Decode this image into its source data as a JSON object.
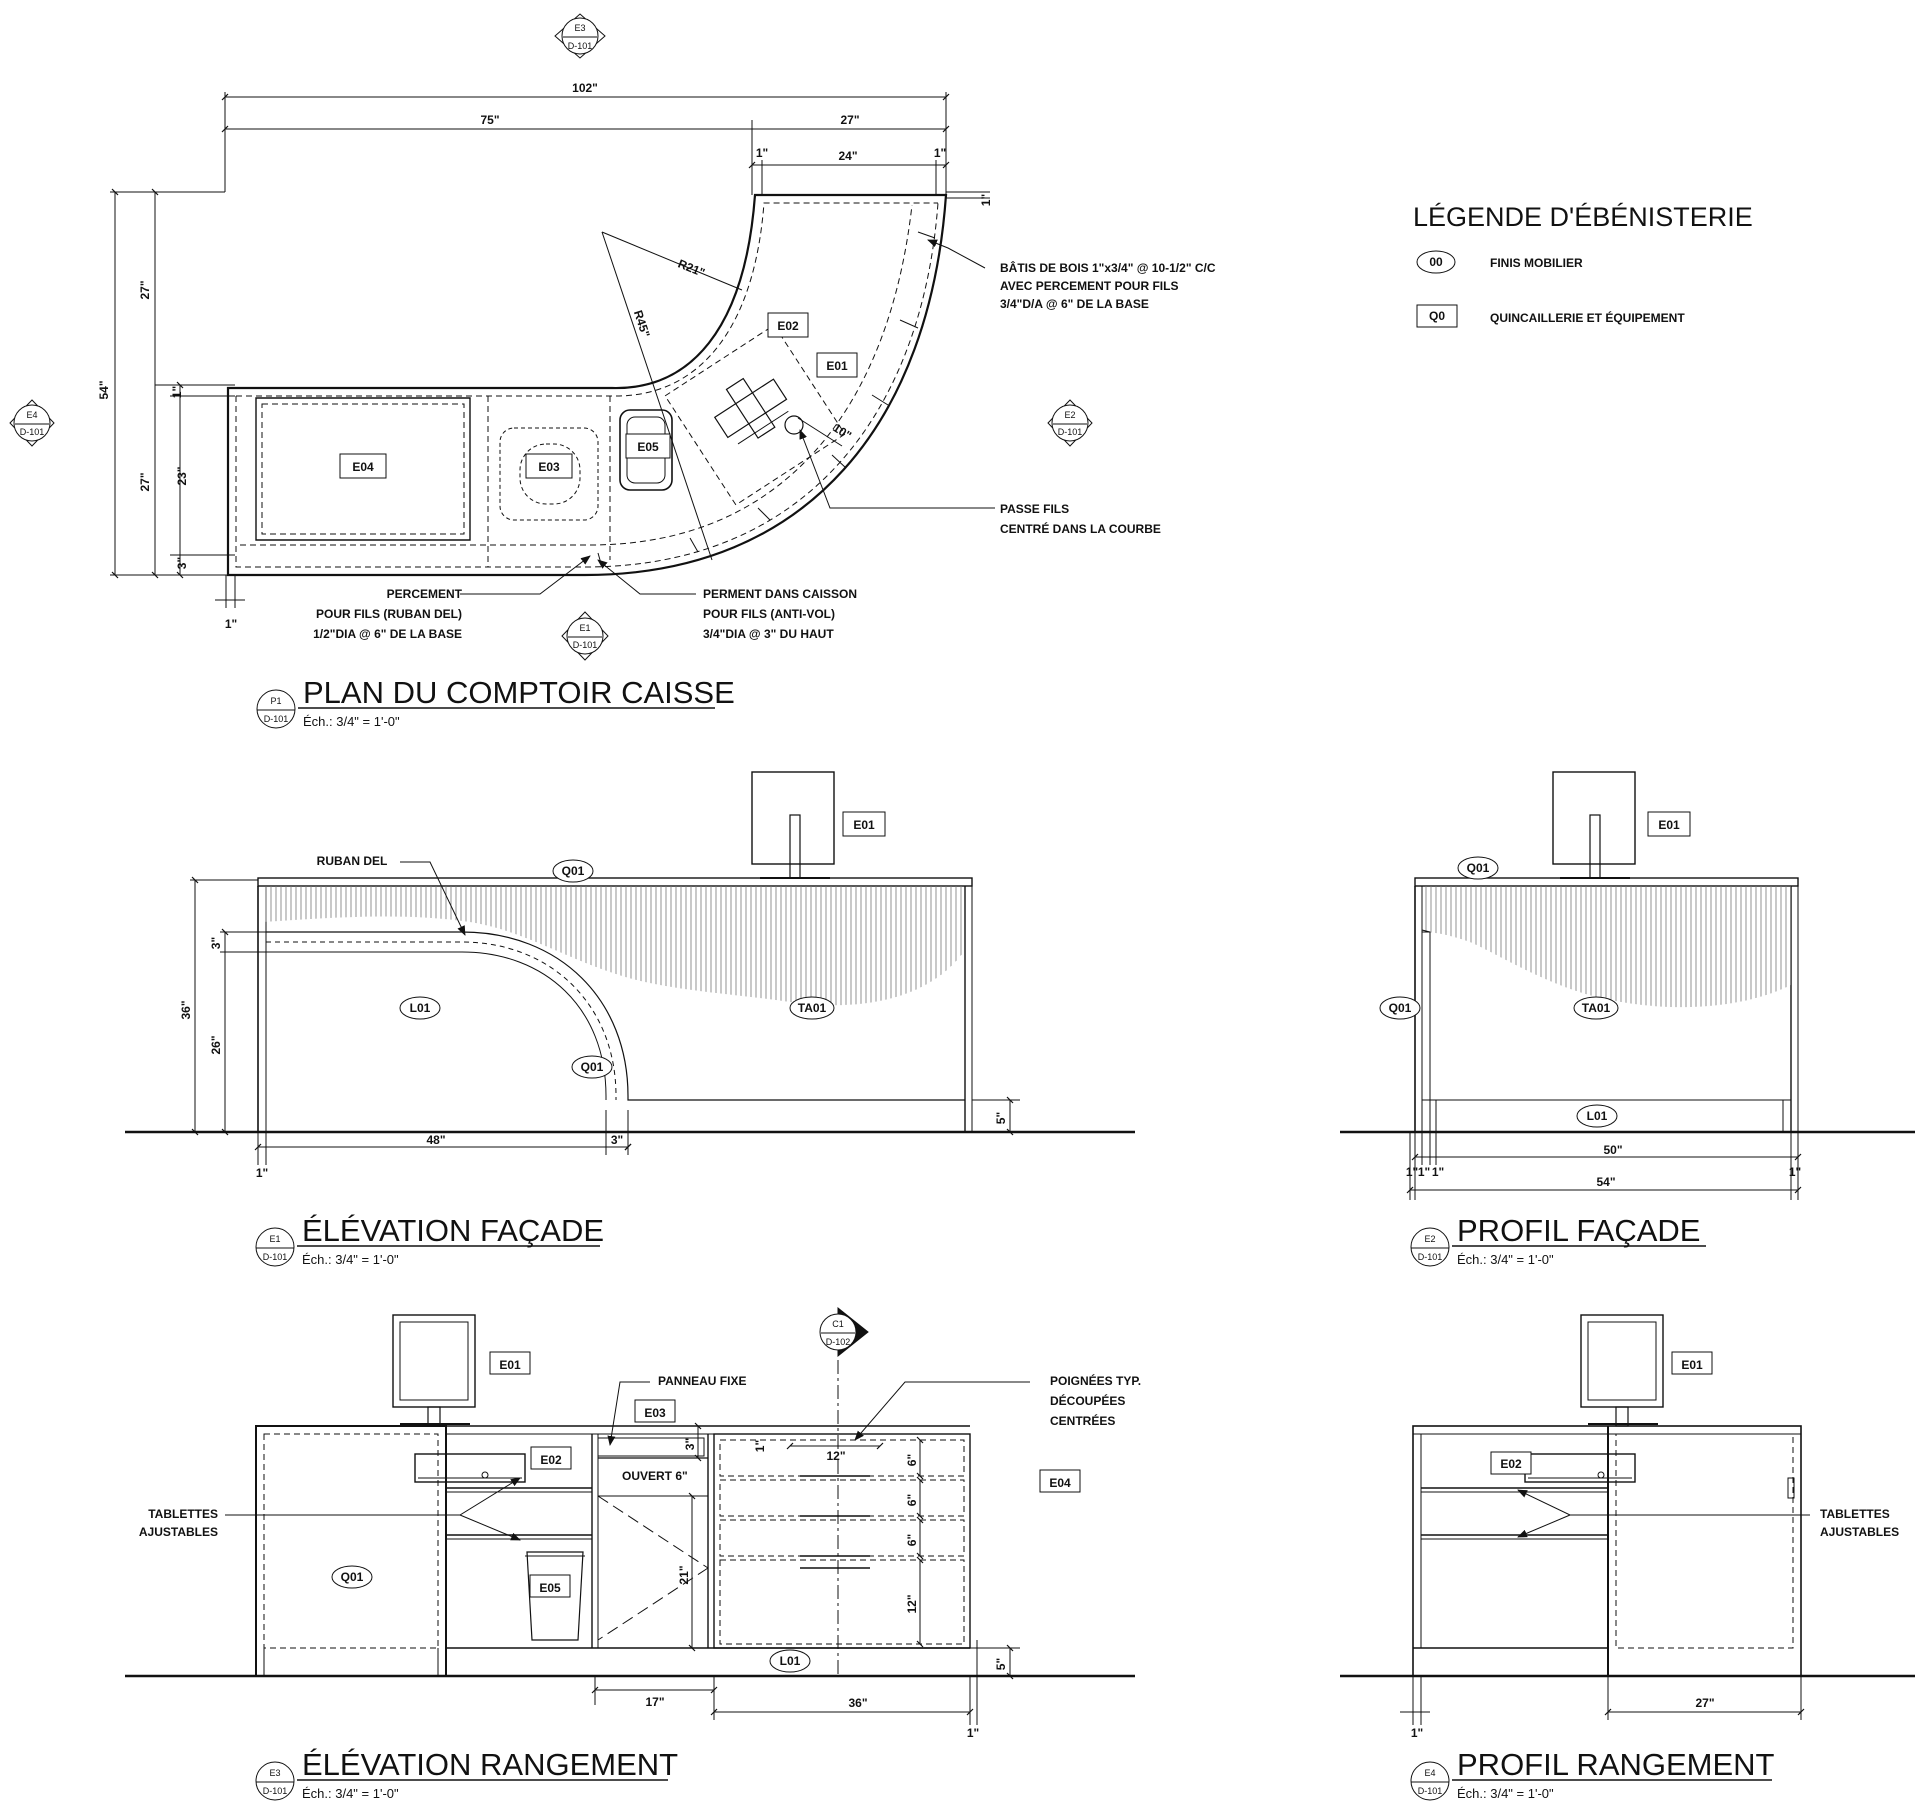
{
  "legend": {
    "title": "LÉGENDE D'ÉBÉNISTERIE",
    "items": [
      {
        "code": "00",
        "label": "FINIS MOBILIER"
      },
      {
        "code": "Q0",
        "label": "QUINCAILLERIE ET ÉQUIPEMENT"
      }
    ]
  },
  "plan": {
    "title": "PLAN DU COMPTOIR CAISSE",
    "scale": "Éch.: 3/4\" = 1'-0\"",
    "ref_top": "P1",
    "ref_bottom": "D-101",
    "dims": {
      "d102": "102\"",
      "d75": "75\"",
      "d27top": "27\"",
      "d1a": "1\"",
      "d24": "24\"",
      "d1b": "1\"",
      "d1c": "1\"",
      "d54": "54\"",
      "d27v1": "27\"",
      "d1v": "1\"",
      "d27v2": "27\"",
      "d23": "23\"",
      "d3": "3\"",
      "d1bottom": "1\"",
      "r21": "R21\"",
      "r45": "R45\"",
      "d10": "10\""
    },
    "tags": {
      "e01": "E01",
      "e02": "E02",
      "e03": "E03",
      "e04": "E04",
      "e05": "E05"
    },
    "notes": {
      "batis": [
        "BÂTIS DE BOIS 1\"x3/4\" @ 10-1/2\" C/C",
        "AVEC PERCEMENT POUR FILS",
        "3/4\"D/A @ 6\" DE LA BASE"
      ],
      "passe": [
        "PASSE FILS",
        "CENTRÉ DANS LA COURBE"
      ],
      "percement": [
        "PERCEMENT",
        "POUR FILS (RUBAN DEL)",
        "1/2\"DIA @ 6\" DE LA BASE"
      ],
      "perment": [
        "PERMENT DANS CAISSON",
        "POUR FILS (ANTI-VOL)",
        "3/4\"DIA @ 3\" DU HAUT"
      ]
    },
    "bubbles": {
      "e3": {
        "top": "E3",
        "bottom": "D-101"
      },
      "e4": {
        "top": "E4",
        "bottom": "D-101"
      },
      "e2": {
        "top": "E2",
        "bottom": "D-101"
      },
      "e1": {
        "top": "E1",
        "bottom": "D-101"
      }
    }
  },
  "elev_facade": {
    "title": "ÉLÉVATION FAÇADE",
    "scale": "Éch.: 3/4\" = 1'-0\"",
    "ref_top": "E1",
    "ref_bottom": "D-101",
    "note_ruban": "RUBAN DEL",
    "finishes": {
      "q01_top": "Q01",
      "l01": "L01",
      "ta01": "TA01",
      "q01_curve": "Q01"
    },
    "tag_e01": "E01",
    "dims": {
      "d36": "36\"",
      "d3": "3\"",
      "d26": "26\"",
      "d5": "5\"",
      "d48": "48\"",
      "d3b": "3\"",
      "d1": "1\""
    }
  },
  "profil_facade": {
    "title": "PROFIL FAÇADE",
    "scale": "Éch.: 3/4\" = 1'-0\"",
    "ref_top": "E2",
    "ref_bottom": "D-101",
    "finishes": {
      "q01_top": "Q01",
      "q01_side": "Q01",
      "ta01": "TA01",
      "l01": "L01"
    },
    "tag_e01": "E01",
    "dims": {
      "d50": "50\"",
      "d54": "54\"",
      "d1a": "1\"",
      "d1b": "1\"",
      "d1c": "1\"",
      "d1d": "1\""
    }
  },
  "elev_rangement": {
    "title": "ÉLÉVATION RANGEMENT",
    "scale": "Éch.: 3/4\" = 1'-0\"",
    "ref_top": "E3",
    "ref_bottom": "D-101",
    "notes": {
      "panneau": "PANNEAU FIXE",
      "poignees": [
        "POIGNÉES TYP.",
        "DÉCOUPÉES",
        "CENTRÉES"
      ],
      "tablettes": [
        "TABLETTES",
        "AJUSTABLES"
      ],
      "ouvert": "OUVERT 6\""
    },
    "tags": {
      "e01": "E01",
      "e02": "E02",
      "e03": "E03",
      "e04": "E04",
      "e05": "E05"
    },
    "finishes": {
      "q01": "Q01",
      "l01": "L01"
    },
    "section": {
      "top": "C1",
      "bottom": "D-102"
    },
    "dims": {
      "d3": "3\"",
      "d1": "1\"",
      "d12a": "12\"",
      "d6a": "6\"",
      "d6b": "6\"",
      "d6c": "6\"",
      "d21": "21\"",
      "d12b": "12\"",
      "d5": "5\"",
      "d17": "17\"",
      "d36": "36\"",
      "d1b": "1\""
    }
  },
  "profil_rangement": {
    "title": "PROFIL RANGEMENT",
    "scale": "Éch.: 3/4\" = 1'-0\"",
    "ref_top": "E4",
    "ref_bottom": "D-101",
    "tags": {
      "e01": "E01",
      "e02": "E02"
    },
    "notes": {
      "tablettes": [
        "TABLETTES",
        "AJUSTABLES"
      ]
    },
    "dims": {
      "d27": "27\"",
      "d1": "1\""
    }
  }
}
